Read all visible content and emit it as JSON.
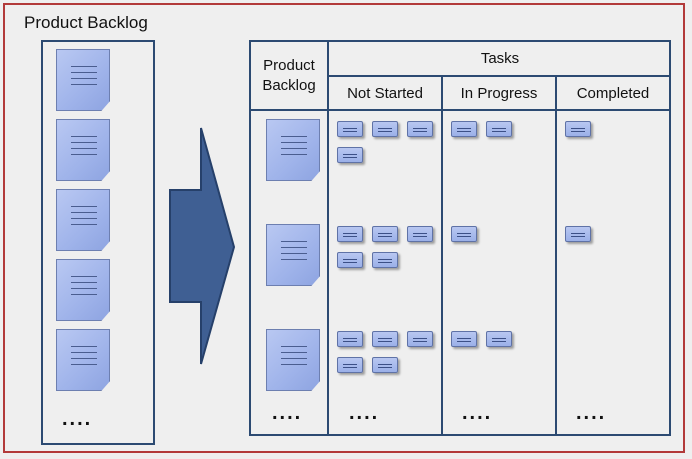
{
  "left_panel": {
    "title": "Product Backlog",
    "ellipsis": "...."
  },
  "board": {
    "backlog_header": "Product\nBacklog",
    "tasks_header": "Tasks",
    "columns": [
      "Not Started",
      "In Progress",
      "Completed"
    ],
    "ellipsis": "...."
  },
  "colors": {
    "frame": "#b23a3a",
    "border": "#2c4a72",
    "arrow": "#3f5f93",
    "card": "#a9bbee"
  },
  "icons": {
    "arrow": "right-arrow-icon",
    "story": "document-icon",
    "task": "task-card-icon"
  }
}
